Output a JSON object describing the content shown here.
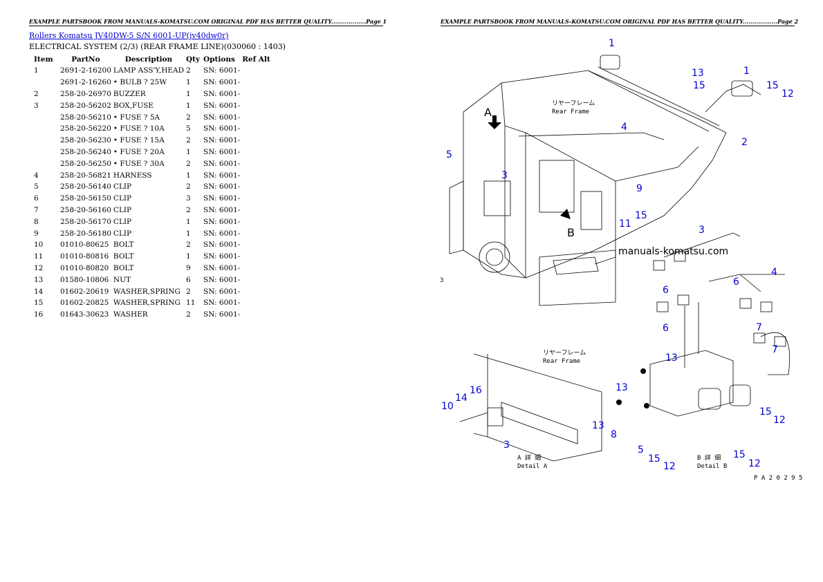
{
  "header_left": "EXAMPLE PARTSBOOK FROM MANUALS-KOMATSU.COM ORIGINAL PDF HAS BETTER QUALITY..................Page 1",
  "header_right": "EXAMPLE PARTSBOOK FROM MANUALS-KOMATSU.COM ORIGINAL PDF HAS BETTER QUALITY..................Page 2",
  "title_link": "Rollers Komatsu JV40DW-5 S/N 6001-UP(jv40dw0r)",
  "subtitle": "ELECTRICAL SYSTEM (2/3) (REAR FRAME LINE)(030060 : 1403)",
  "columns": [
    "Item",
    "PartNo",
    "Description",
    "Qty",
    "Options",
    "Ref Alt"
  ],
  "rows": [
    {
      "item": "1",
      "partno": "2691-2-16200",
      "desc": "LAMP ASS'Y,HEAD",
      "qty": "2",
      "opt": "SN: 6001-"
    },
    {
      "item": "",
      "partno": "2691-2-16260",
      "desc": "• BULB ? 25W",
      "qty": "1",
      "opt": "SN: 6001-"
    },
    {
      "item": "2",
      "partno": "258-20-26970",
      "desc": "BUZZER",
      "qty": "1",
      "opt": "SN: 6001-"
    },
    {
      "item": "3",
      "partno": "258-20-56202",
      "desc": "BOX,FUSE",
      "qty": "1",
      "opt": "SN: 6001-"
    },
    {
      "item": "",
      "partno": "258-20-56210",
      "desc": "• FUSE ? 5A",
      "qty": "2",
      "opt": "SN: 6001-"
    },
    {
      "item": "",
      "partno": "258-20-56220",
      "desc": "• FUSE ? 10A",
      "qty": "5",
      "opt": "SN: 6001-"
    },
    {
      "item": "",
      "partno": "258-20-56230",
      "desc": "• FUSE ? 15A",
      "qty": "2",
      "opt": "SN: 6001-"
    },
    {
      "item": "",
      "partno": "258-20-56240",
      "desc": "• FUSE ? 20A",
      "qty": "1",
      "opt": "SN: 6001-"
    },
    {
      "item": "",
      "partno": "258-20-56250",
      "desc": "• FUSE ? 30A",
      "qty": "2",
      "opt": "SN: 6001-"
    },
    {
      "item": "4",
      "partno": "258-20-56821",
      "desc": "HARNESS",
      "qty": "1",
      "opt": "SN: 6001-"
    },
    {
      "item": "5",
      "partno": "258-20-56140",
      "desc": "CLIP",
      "qty": "2",
      "opt": "SN: 6001-"
    },
    {
      "item": "6",
      "partno": "258-20-56150",
      "desc": "CLIP",
      "qty": "3",
      "opt": "SN: 6001-"
    },
    {
      "item": "7",
      "partno": "258-20-56160",
      "desc": "CLIP",
      "qty": "2",
      "opt": "SN: 6001-"
    },
    {
      "item": "8",
      "partno": "258-20-56170",
      "desc": "CLIP",
      "qty": "1",
      "opt": "SN: 6001-"
    },
    {
      "item": "9",
      "partno": "258-20-56180",
      "desc": "CLIP",
      "qty": "1",
      "opt": "SN: 6001-"
    },
    {
      "item": "10",
      "partno": "01010-80625",
      "desc": "BOLT",
      "qty": "2",
      "opt": "SN: 6001-"
    },
    {
      "item": "11",
      "partno": "01010-80816",
      "desc": "BOLT",
      "qty": "1",
      "opt": "SN: 6001-"
    },
    {
      "item": "12",
      "partno": "01010-80820",
      "desc": "BOLT",
      "qty": "9",
      "opt": "SN: 6001-"
    },
    {
      "item": "13",
      "partno": "01580-10806",
      "desc": "NUT",
      "qty": "6",
      "opt": "SN: 6001-"
    },
    {
      "item": "14",
      "partno": "01602-20619",
      "desc": "WASHER,SPRING",
      "qty": "2",
      "opt": "SN: 6001-"
    },
    {
      "item": "15",
      "partno": "01602-20825",
      "desc": "WASHER,SPRING",
      "qty": "11",
      "opt": "SN: 6001-"
    },
    {
      "item": "16",
      "partno": "01643-30623",
      "desc": "WASHER",
      "qty": "2",
      "opt": "SN: 6001-"
    }
  ],
  "diagram": {
    "watermark": "manuals-komatsu.com",
    "rear_frame_jp": "リヤーフレーム",
    "rear_frame_en": "Rear Frame",
    "detail_a_jp": "A 詳 細",
    "detail_a_en": "Detail A",
    "detail_b_jp": "B 詳 細",
    "detail_b_en": "Detail B",
    "label_a": "A",
    "label_b": "B",
    "drawing_no": "P A 2 0 2 9 5",
    "corner_mark": "3",
    "callouts": [
      "1",
      "1",
      "13",
      "15",
      "15",
      "12",
      "4",
      "2",
      "5",
      "3",
      "9",
      "11",
      "15",
      "3",
      "4",
      "6",
      "6",
      "6",
      "7",
      "7",
      "13",
      "13",
      "13",
      "8",
      "5",
      "15",
      "12",
      "15",
      "12",
      "15",
      "12",
      "10",
      "14",
      "16",
      "3"
    ],
    "callout_color": "#0000cc"
  }
}
